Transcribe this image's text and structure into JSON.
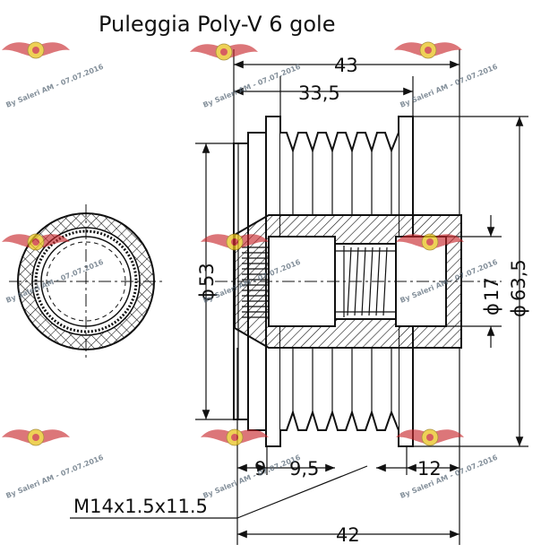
{
  "title": "Puleggia Poly-V 6 gole",
  "dimensions": {
    "overall_top": "43",
    "pulley_width": "33,5",
    "diam_53": "53",
    "diam_17": "17",
    "diam_63_5": "63,5",
    "d9": "9",
    "d9_5": "9,5",
    "d12": "12",
    "thread": "M14x1.5x11.5",
    "overall_bottom": "42"
  },
  "symbols": {
    "diameter": "ϕ"
  },
  "watermark": {
    "text": "By Saleri AM - 07.07.2016",
    "colors": {
      "wing": "#c8282d",
      "badge": "#e8c21e"
    }
  }
}
